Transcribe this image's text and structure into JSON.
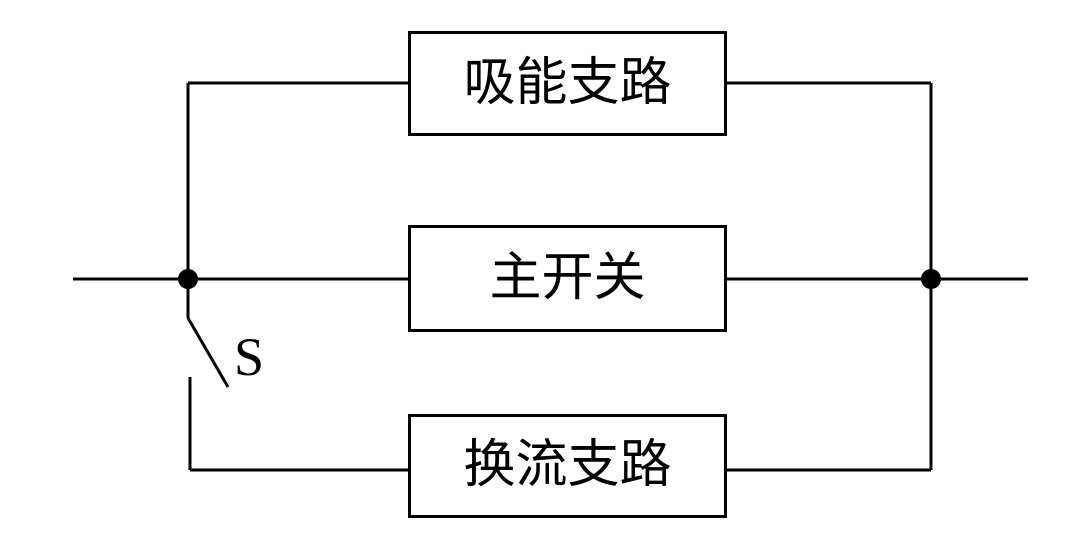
{
  "diagram": {
    "background_color": "#ffffff",
    "line_color": "#000000",
    "boxes": [
      {
        "id": "absorption-branch",
        "label": "吸能支路"
      },
      {
        "id": "main-switch",
        "label": "主开关"
      },
      {
        "id": "commutation-branch",
        "label": "换流支路"
      }
    ],
    "switch": {
      "label": "S",
      "state": "open"
    }
  }
}
